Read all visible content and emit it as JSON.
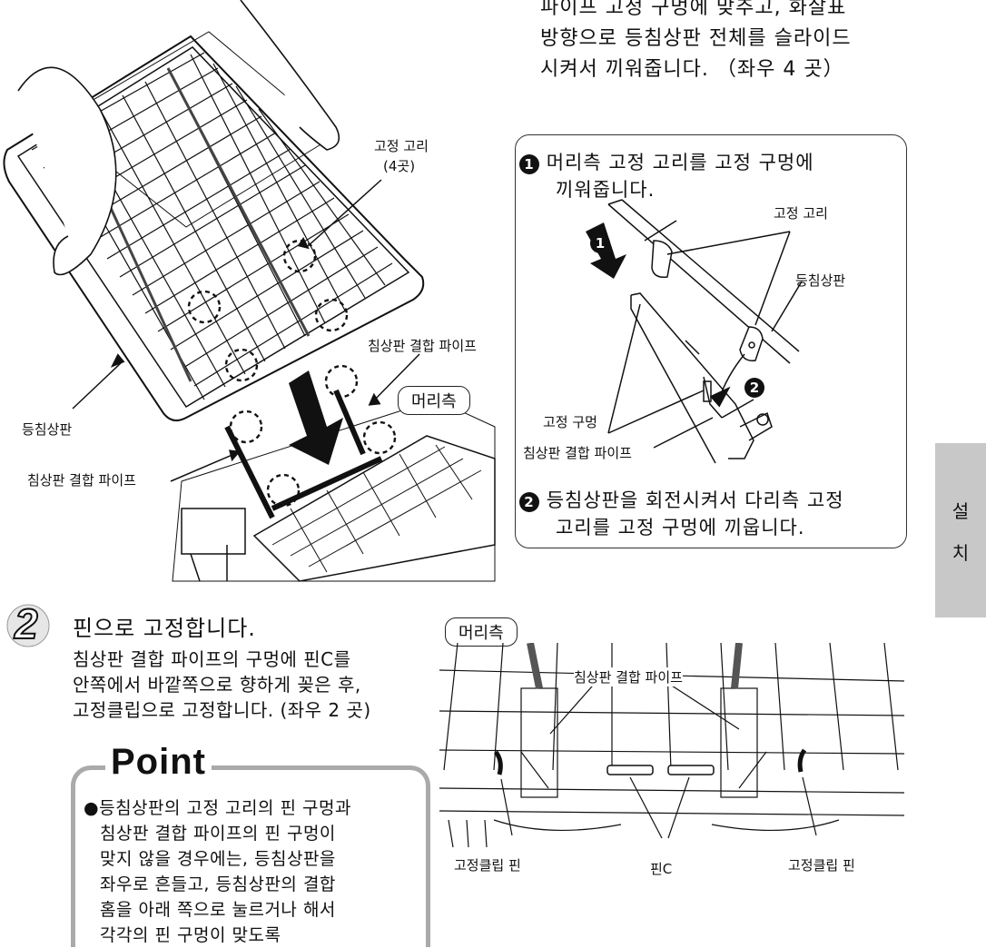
{
  "top_instruction": [
    "파이프 고정 구멍에 맞추고, 화살표",
    "방향으로 등침상판 전체를 슬라이드",
    "시켜서 끼워줍니다. （좌우 4 곳）"
  ],
  "left_figure": {
    "hook_label": "고정 고리",
    "hook_count": "(4곳)",
    "board_label": "등침상판",
    "pipe_label_right": "침상판 결합 파이프",
    "pipe_label_left": "침상판 결합 파이프",
    "head_tag": "머리측"
  },
  "callout": {
    "step1_num": "1",
    "step1_text": [
      "머리측 고정 고리를 고정 구멍에",
      "끼워줍니다."
    ],
    "hook_label": "고정 고리",
    "board_label": "등침상판",
    "hole_label": "고정 구멍",
    "pipe_label": "침상판 결합 파이프",
    "arrow1": "1",
    "arrow2": "2",
    "step2_num": "2",
    "step2_text": [
      "등침상판을 회전시켜서 다리측 고정",
      "고리를 고정 구멍에 끼웁니다."
    ]
  },
  "side_tab": [
    "설",
    "치"
  ],
  "step2": {
    "number": "2",
    "title": "핀으로 고정합니다.",
    "body": [
      "침상판 결합 파이프의 구멍에 핀C를",
      "안쪽에서 바깥쪽으로 향하게 꽂은 후,",
      "고정클립으로 고정합니다. (좌우 2 곳)"
    ]
  },
  "right_figure": {
    "head_tag": "머리측",
    "pipe_label": "침상판 결합 파이프",
    "clip_left": "고정클립 핀",
    "pin_c": "핀C",
    "clip_right": "고정클립 핀"
  },
  "point": {
    "title": "Point",
    "bullet": "●",
    "lines": [
      "등침상판의 고정 고리의 핀 구멍과",
      "침상판 결합 파이프의 핀 구멍이",
      "맞지 않을 경우에는, 등침상판을",
      "좌우로 흔들고, 등침상판의 결합",
      "홈을 아래 쪽으로 눌르거나 해서",
      "각각의 핀 구멍이 맞도록"
    ]
  }
}
